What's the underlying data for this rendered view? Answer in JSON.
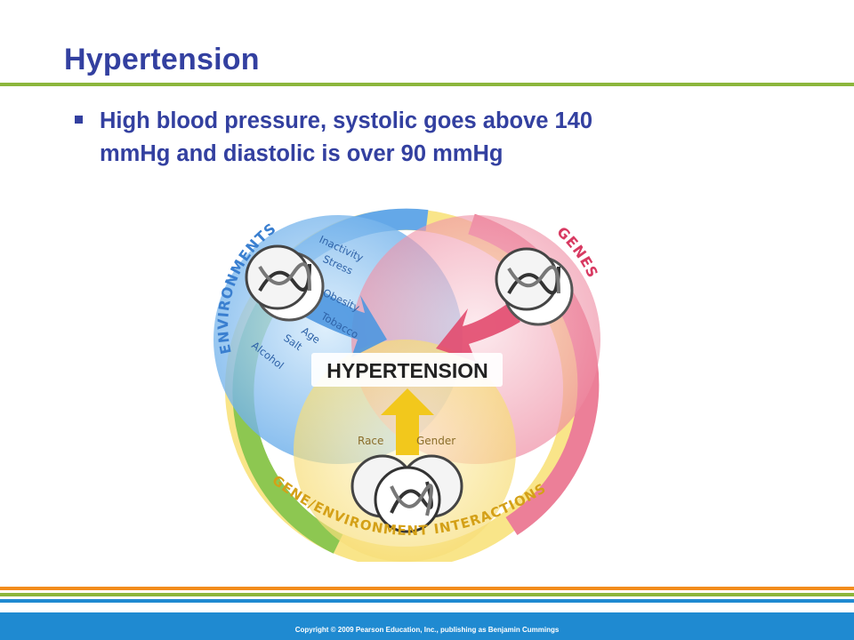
{
  "slide": {
    "title": "Hypertension",
    "bullet": "High blood pressure, systolic goes above 140\nmmHg and diastolic is over 90 mmHg"
  },
  "diagram": {
    "center_label": "HYPERTENSION",
    "environments_label": "ENVIRONMENTS",
    "genes_label": "GENES",
    "interactions_label": "GENE/ENVIRONMENT INTERACTIONS",
    "environment_factors": [
      "Inactivity",
      "Stress",
      "Obesity",
      "Tobacco",
      "Age",
      "Salt",
      "Alcohol"
    ],
    "interaction_factors": [
      "Race",
      "Gender"
    ],
    "colors": {
      "environments": "#3a8fd9",
      "genes": "#e0456a",
      "interactions": "#f2c81c",
      "green_band": "#7cc342"
    }
  },
  "footer": {
    "copyright": "Copyright © 2009 Pearson Education, Inc., publishing as Benjamin Cummings",
    "stripe_colors": [
      "#f28c1c",
      "#8cb63c",
      "#1f8ad1"
    ]
  }
}
